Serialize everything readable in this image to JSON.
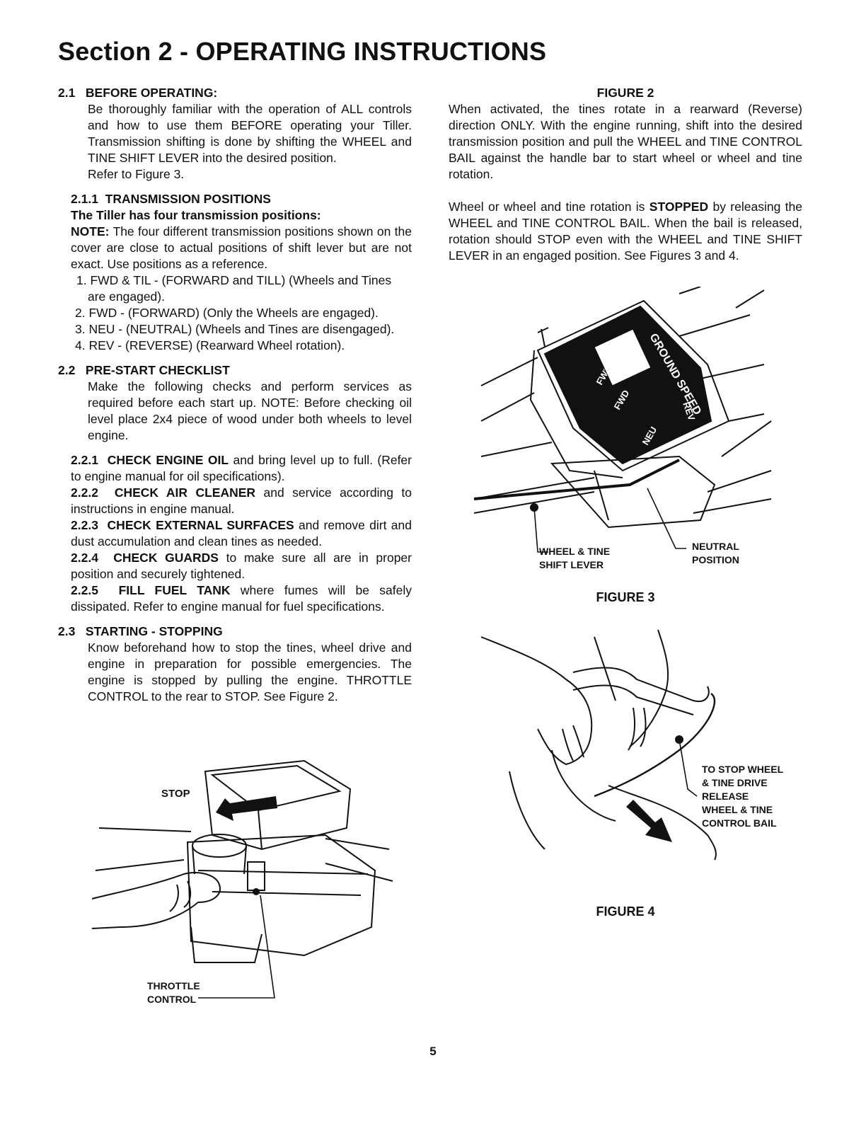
{
  "title": "Section 2 - OPERATING INSTRUCTIONS",
  "s21": {
    "heading": "2.1   BEFORE OPERATING:",
    "body": "Be thoroughly familiar with the operation of ALL controls and how to use them BEFORE operating your Tiller. Transmission shifting is done by shifting the WHEEL and TINE SHIFT LEVER into the desired position.",
    "ref": "Refer to Figure 3."
  },
  "s211": {
    "heading": "2.1.1  TRANSMISSION POSITIONS",
    "subheading": "The Tiller has four transmission positions:",
    "note_label": "NOTE:",
    "note_text": " The four different transmission positions shown on the cover are close to actual positions of shift lever but are not exact. Use positions as a reference.",
    "pos1a": "1. FWD & TIL - (FORWARD and TILL) (Wheels and Tines",
    "pos1b": "are engaged).",
    "pos2": "2. FWD - (FORWARD) (Only the Wheels are engaged).",
    "pos3": "3. NEU - (NEUTRAL) (Wheels and Tines are disengaged).",
    "pos4": "4. REV - (REVERSE) (Rearward Wheel rotation)."
  },
  "s22": {
    "heading": "2.2   PRE-START CHECKLIST",
    "body": "Make the following checks and perform services as required before each start up. NOTE: Before checking oil level place 2x4 piece of wood under both wheels to level engine."
  },
  "checks": [
    {
      "label": "2.2.1  CHECK ENGINE OIL",
      "text": " and bring level up to full. (Refer to engine manual for oil specifications)."
    },
    {
      "label": "2.2.2  CHECK AIR CLEANER",
      "text": " and service according to instructions in engine manual."
    },
    {
      "label": "2.2.3  CHECK EXTERNAL SURFACES",
      "text": " and remove dirt and dust accumulation and clean tines as needed."
    },
    {
      "label": "2.2.4  CHECK GUARDS",
      "text": " to make sure all are in proper position and securely tightened."
    },
    {
      "label": "2.2.5  FILL FUEL TANK",
      "text": " where fumes will be safely dissipated. Refer to engine manual for fuel specifications."
    }
  ],
  "s23": {
    "heading": "2.3   STARTING - STOPPING",
    "body": "Know beforehand how to stop the tines, wheel drive and engine in preparation for possible emergencies. The engine is stopped by pulling the engine. THROTTLE CONTROL to the rear to STOP. See Figure 2."
  },
  "fig2": {
    "stop_label": "STOP",
    "throttle_label_1": "THROTTLE",
    "throttle_label_2": "CONTROL"
  },
  "right": {
    "fig2_caption": "FIGURE 2",
    "p1": "When activated, the tines rotate in a rearward (Reverse) direction ONLY. With the engine running, shift into the desired transmission position and pull the WHEEL and TINE CONTROL BAIL against the handle bar to start wheel or wheel and tine rotation.",
    "p2_a": "Wheel or wheel and tine rotation is ",
    "p2_bold": "STOPPED",
    "p2_b": " by releasing the WHEEL and TINE CONTROL BAIL.  When the bail is released, rotation should STOP even with the WHEEL and TINE SHIFT LEVER in an engaged position. See Figures 3 and 4."
  },
  "fig3": {
    "caption": "FIGURE 3",
    "lever_label_1": "WHEEL & TINE",
    "lever_label_2": "SHIFT LEVER",
    "neutral_label_1": "NEUTRAL",
    "neutral_label_2": "POSITION",
    "plate_ground_speed": "GROUND SPEED",
    "plate_fwd_til": "FWD & TIL",
    "plate_fwd": "FWD",
    "plate_neu": "NEU",
    "plate_rev": "REV"
  },
  "fig4": {
    "caption": "FIGURE 4",
    "label_1": "TO STOP WHEEL",
    "label_2": "& TINE DRIVE",
    "label_3": "RELEASE",
    "label_4": "WHEEL & TINE",
    "label_5": "CONTROL BAIL"
  },
  "page_number": "5"
}
